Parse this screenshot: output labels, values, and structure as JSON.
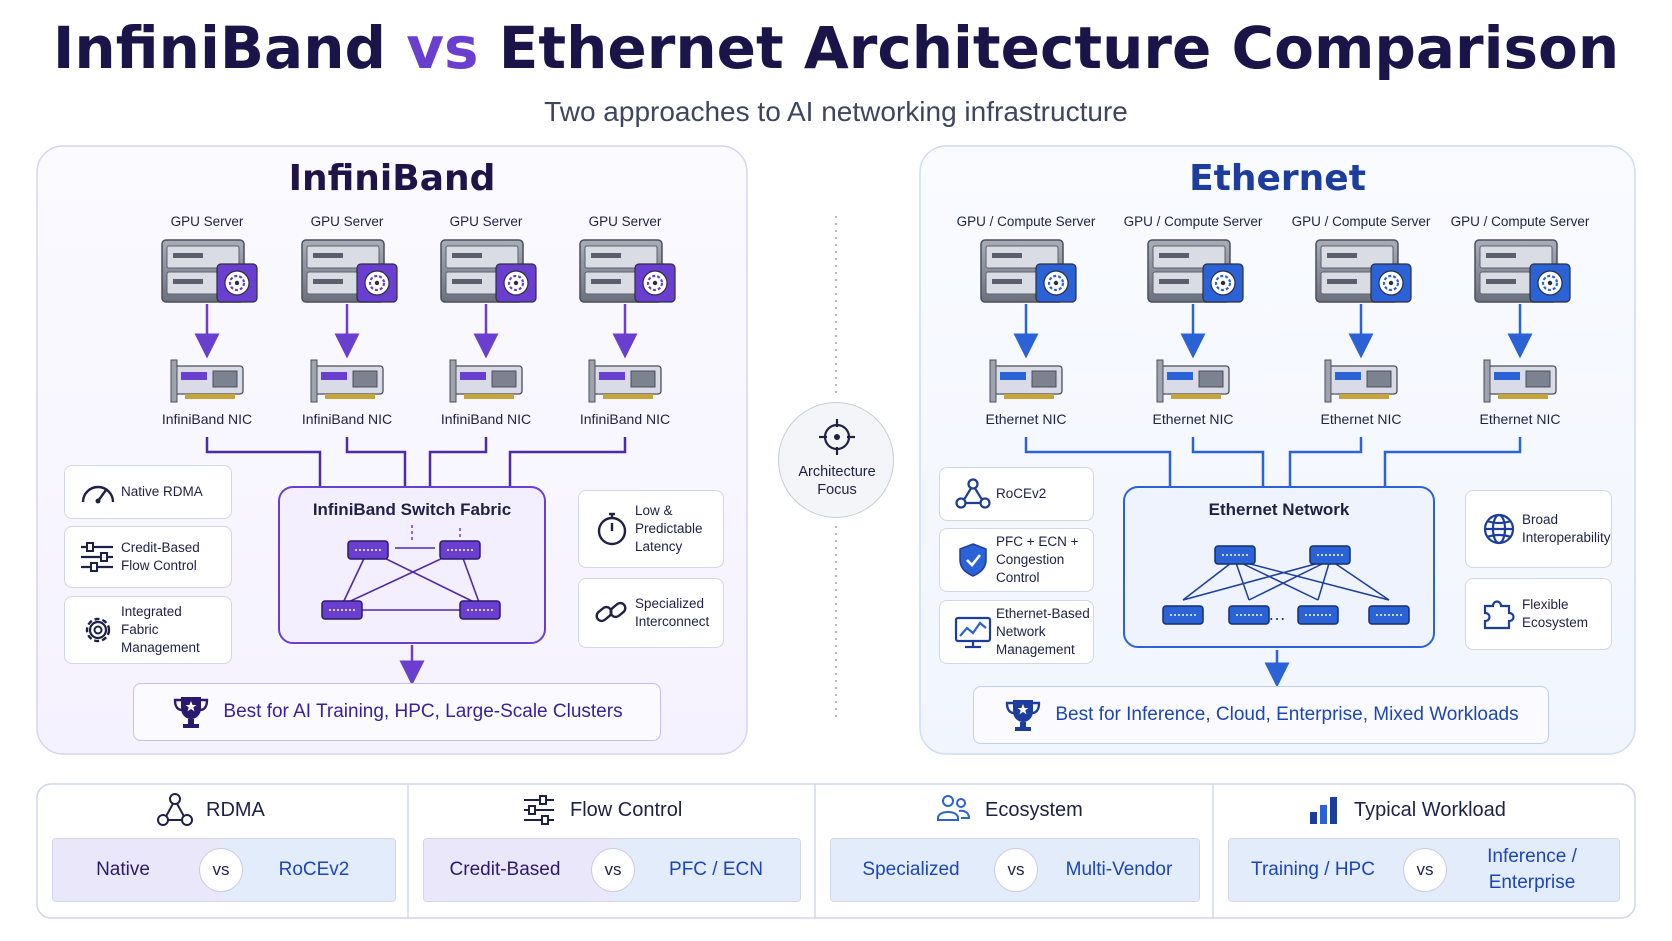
{
  "header": {
    "title_part1": "InfiniBand",
    "title_vs": "vs",
    "title_part2": "Ethernet Architecture Comparison",
    "subtitle": "Two approaches to AI networking infrastructure"
  },
  "colors": {
    "infiniband_accent": "#6a3fd0",
    "infiniband_dark": "#1f1447",
    "ethernet_accent": "#2b63d6",
    "ethernet_dark": "#1c3d9c"
  },
  "infiniband": {
    "title": "InfiniBand",
    "servers": [
      "GPU Server",
      "GPU Server",
      "GPU Server",
      "GPU Server"
    ],
    "nics": [
      "InfiniBand NIC",
      "InfiniBand NIC",
      "InfiniBand NIC",
      "InfiniBand NIC"
    ],
    "fabric_title": "InfiniBand Switch Fabric",
    "features_left": [
      {
        "icon": "gauge-icon",
        "text": "Native RDMA"
      },
      {
        "icon": "sliders-icon",
        "text": "Credit-Based\nFlow Control"
      },
      {
        "icon": "gear-icon",
        "text": "Integrated\nFabric\nManagement"
      }
    ],
    "features_right": [
      {
        "icon": "stopwatch-icon",
        "text": "Low &\nPredictable\nLatency"
      },
      {
        "icon": "link-icon",
        "text": "Specialized\nInterconnect"
      }
    ],
    "best_for": "Best for AI Training, HPC, Large-Scale Clusters",
    "best_icon": "trophy-icon"
  },
  "ethernet": {
    "title": "Ethernet",
    "servers": [
      "GPU / Compute Server",
      "GPU / Compute Server",
      "GPU / Compute Server",
      "GPU / Compute Server"
    ],
    "nics": [
      "Ethernet NIC",
      "Ethernet NIC",
      "Ethernet NIC",
      "Ethernet NIC"
    ],
    "network_title": "Ethernet Network",
    "features_left": [
      {
        "icon": "nodes-icon",
        "text": "RoCEv2"
      },
      {
        "icon": "shield-icon",
        "text": "PFC + ECN +\nCongestion\nControl"
      },
      {
        "icon": "monitor-chart-icon",
        "text": "Ethernet-Based\nNetwork\nManagement"
      }
    ],
    "features_right": [
      {
        "icon": "globe-icon",
        "text": "Broad\nInteroperability"
      },
      {
        "icon": "puzzle-icon",
        "text": "Flexible\nEcosystem"
      }
    ],
    "best_for": "Best for Inference, Cloud, Enterprise, Mixed Workloads",
    "best_icon": "trophy-icon"
  },
  "center": {
    "label": "Architecture\nFocus",
    "icon": "crosshair-icon"
  },
  "comparison": [
    {
      "title": "RDMA",
      "icon": "network-icon",
      "left": "Native",
      "vs": "vs",
      "right": "RoCEv2"
    },
    {
      "title": "Flow Control",
      "icon": "sliders-icon",
      "left": "Credit-Based",
      "vs": "vs",
      "right": "PFC / ECN"
    },
    {
      "title": "Ecosystem",
      "icon": "people-icon",
      "left": "Specialized",
      "vs": "vs",
      "right": "Multi-Vendor"
    },
    {
      "title": "Typical Workload",
      "icon": "bar-chart-icon",
      "left": "Training / HPC",
      "vs": "vs",
      "right": "Inference /\nEnterprise"
    }
  ]
}
